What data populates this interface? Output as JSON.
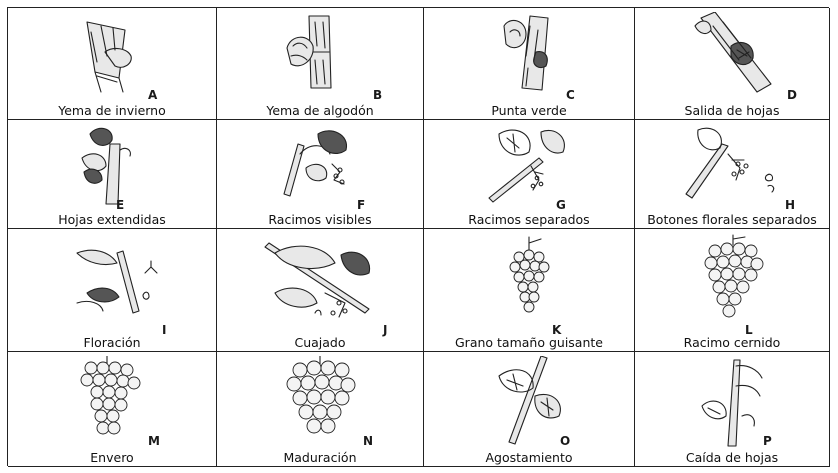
{
  "stages": [
    {
      "letter": "A",
      "label": "Yema de invierno"
    },
    {
      "letter": "B",
      "label": "Yema de algodón"
    },
    {
      "letter": "C",
      "label": "Punta verde"
    },
    {
      "letter": "D",
      "label": "Salida de hojas"
    },
    {
      "letter": "E",
      "label": "Hojas extendidas"
    },
    {
      "letter": "F",
      "label": "Racimos visibles"
    },
    {
      "letter": "G",
      "label": "Racimos separados"
    },
    {
      "letter": "H",
      "label": "Botones florales separados"
    },
    {
      "letter": "I",
      "label": "Floración"
    },
    {
      "letter": "J",
      "label": "Cuajado"
    },
    {
      "letter": "K",
      "label": "Grano tamaño guisante"
    },
    {
      "letter": "L",
      "label": "Racimo cernido"
    },
    {
      "letter": "M",
      "label": "Envero"
    },
    {
      "letter": "N",
      "label": "Maduración"
    },
    {
      "letter": "O",
      "label": "Agostamiento"
    },
    {
      "letter": "P",
      "label": "Caída de hojas"
    }
  ]
}
